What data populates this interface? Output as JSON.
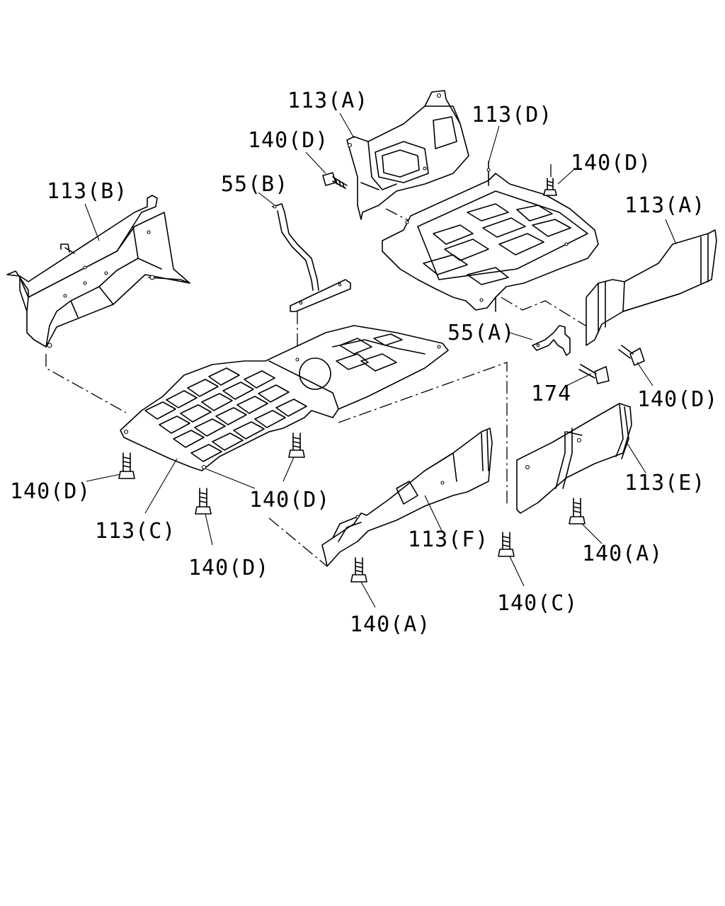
{
  "diagram": {
    "labels": {
      "p113a_top": "113(A)",
      "p113d": "113(D)",
      "p140d_a": "140(D)",
      "p140d_b": "140(D)",
      "p55b": "55(B)",
      "p113b": "113(B)",
      "p113a_right": "113(A)",
      "p55a": "55(A)",
      "p174": "174",
      "p140d_c": "140(D)",
      "p113e": "113(E)",
      "p140d_d": "140(D)",
      "p140d_e": "140(D)",
      "p113c": "113(C)",
      "p140d_f": "140(D)",
      "p113f": "113(F)",
      "p140a_a": "140(A)",
      "p140a_b": "140(A)",
      "p140c": "140(C)"
    }
  }
}
